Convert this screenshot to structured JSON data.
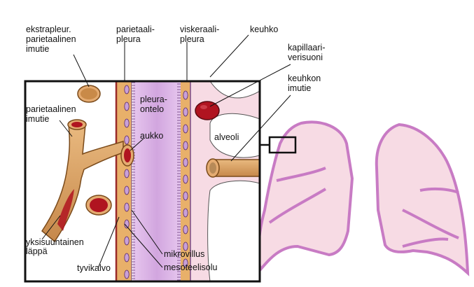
{
  "labels": {
    "ekstrapleur_1": "ekstrapleur.",
    "ekstrapleur_2": "parietaalinen",
    "ekstrapleur_3": "imutie",
    "parietaalipleura_1": "parietaali-",
    "parietaalipleura_2": "pleura",
    "viskeraalipleura_1": "viskeraali-",
    "viskeraalipleura_2": "pleura",
    "keuhko": "keuhko",
    "kapillaari_1": "kapillaari-",
    "kapillaari_2": "verisuoni",
    "keuhkon_imutie_1": "keuhkon",
    "keuhkon_imutie_2": "imutie",
    "parietaalinen_imutie_1": "parietaalinen",
    "parietaalinen_imutie_2": "imutie",
    "pleuraontelo_1": "pleura-",
    "pleuraontelo_2": "ontelo",
    "aukko": "aukko",
    "alveoli": "alveoli",
    "yksisuuntainen_1": "yksisuuntainen",
    "yksisuuntainen_2": "läppä",
    "mikrovillus": "mikrovillus",
    "tyvikalvo": "tyvikalvo",
    "mesoteelisolu": "mesoteelisolu"
  },
  "colors": {
    "lung_fill": "#f7dbe4",
    "lung_stroke": "#c87bc4",
    "pleural_cavity": "#d9b3e3",
    "membrane": "#e8b06a",
    "lymph_vessel": "#d69a5c",
    "blood": "#b01420",
    "outline": "#111111"
  }
}
